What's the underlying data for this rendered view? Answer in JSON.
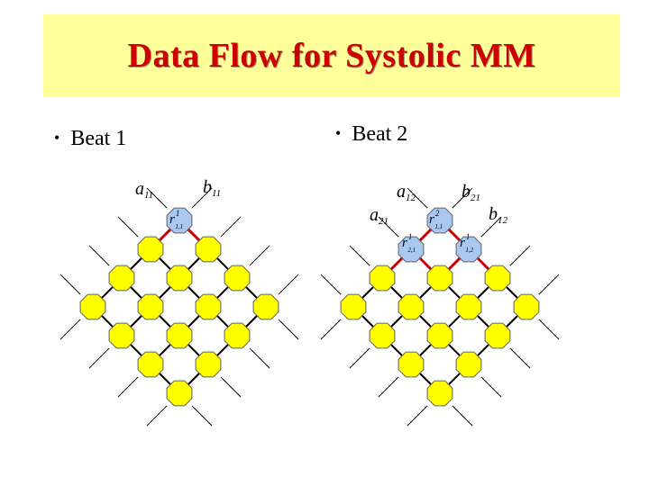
{
  "title": "Data Flow for Systolic MM",
  "bullets": {
    "beat1": "Beat 1",
    "beat2": "Beat 2"
  },
  "colors": {
    "title": "#cc0000",
    "band": "#ffff99",
    "cell_fill": "#ffff00",
    "active_cell_fill": "#a8c8f0",
    "active_link": "#cc0000"
  },
  "beat1": {
    "inputs": [
      {
        "letter": "a",
        "sub": "11"
      },
      {
        "letter": "b",
        "sub": "11"
      }
    ],
    "active_cells": [
      {
        "letter": "r",
        "sup": "1",
        "sub": "1,1"
      }
    ]
  },
  "beat2": {
    "inputs": [
      {
        "letter": "a",
        "sub": "12"
      },
      {
        "letter": "b",
        "sub": "21"
      },
      {
        "letter": "a",
        "sub": "21"
      },
      {
        "letter": "b",
        "sub": "12"
      }
    ],
    "active_cells": [
      {
        "letter": "r",
        "sup": "2",
        "sub": "1,1"
      },
      {
        "letter": "r",
        "sup": "1",
        "sub": "2,1"
      },
      {
        "letter": "r",
        "sup": "1",
        "sub": "1,2"
      }
    ]
  }
}
